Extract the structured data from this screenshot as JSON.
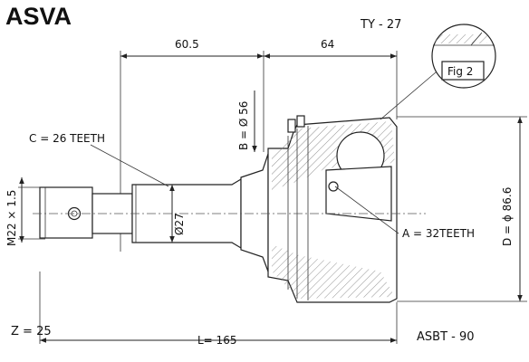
{
  "brand": "ASVA",
  "part_code": "TY - 27",
  "article": "ASBT - 90",
  "fig_label": "Fig 2",
  "dimensions": {
    "len_a": "60.5",
    "len_b": "64",
    "dia_b": "B = Ø 56",
    "teeth_c": "C = 26 TEETH",
    "thread": "M22 × 1.5",
    "dia_shaft": "Ø27",
    "teeth_a": "A = 32TEETH",
    "dia_d": "D = ϕ 86.6",
    "z": "Z = 25",
    "total_len": "L= 165"
  }
}
